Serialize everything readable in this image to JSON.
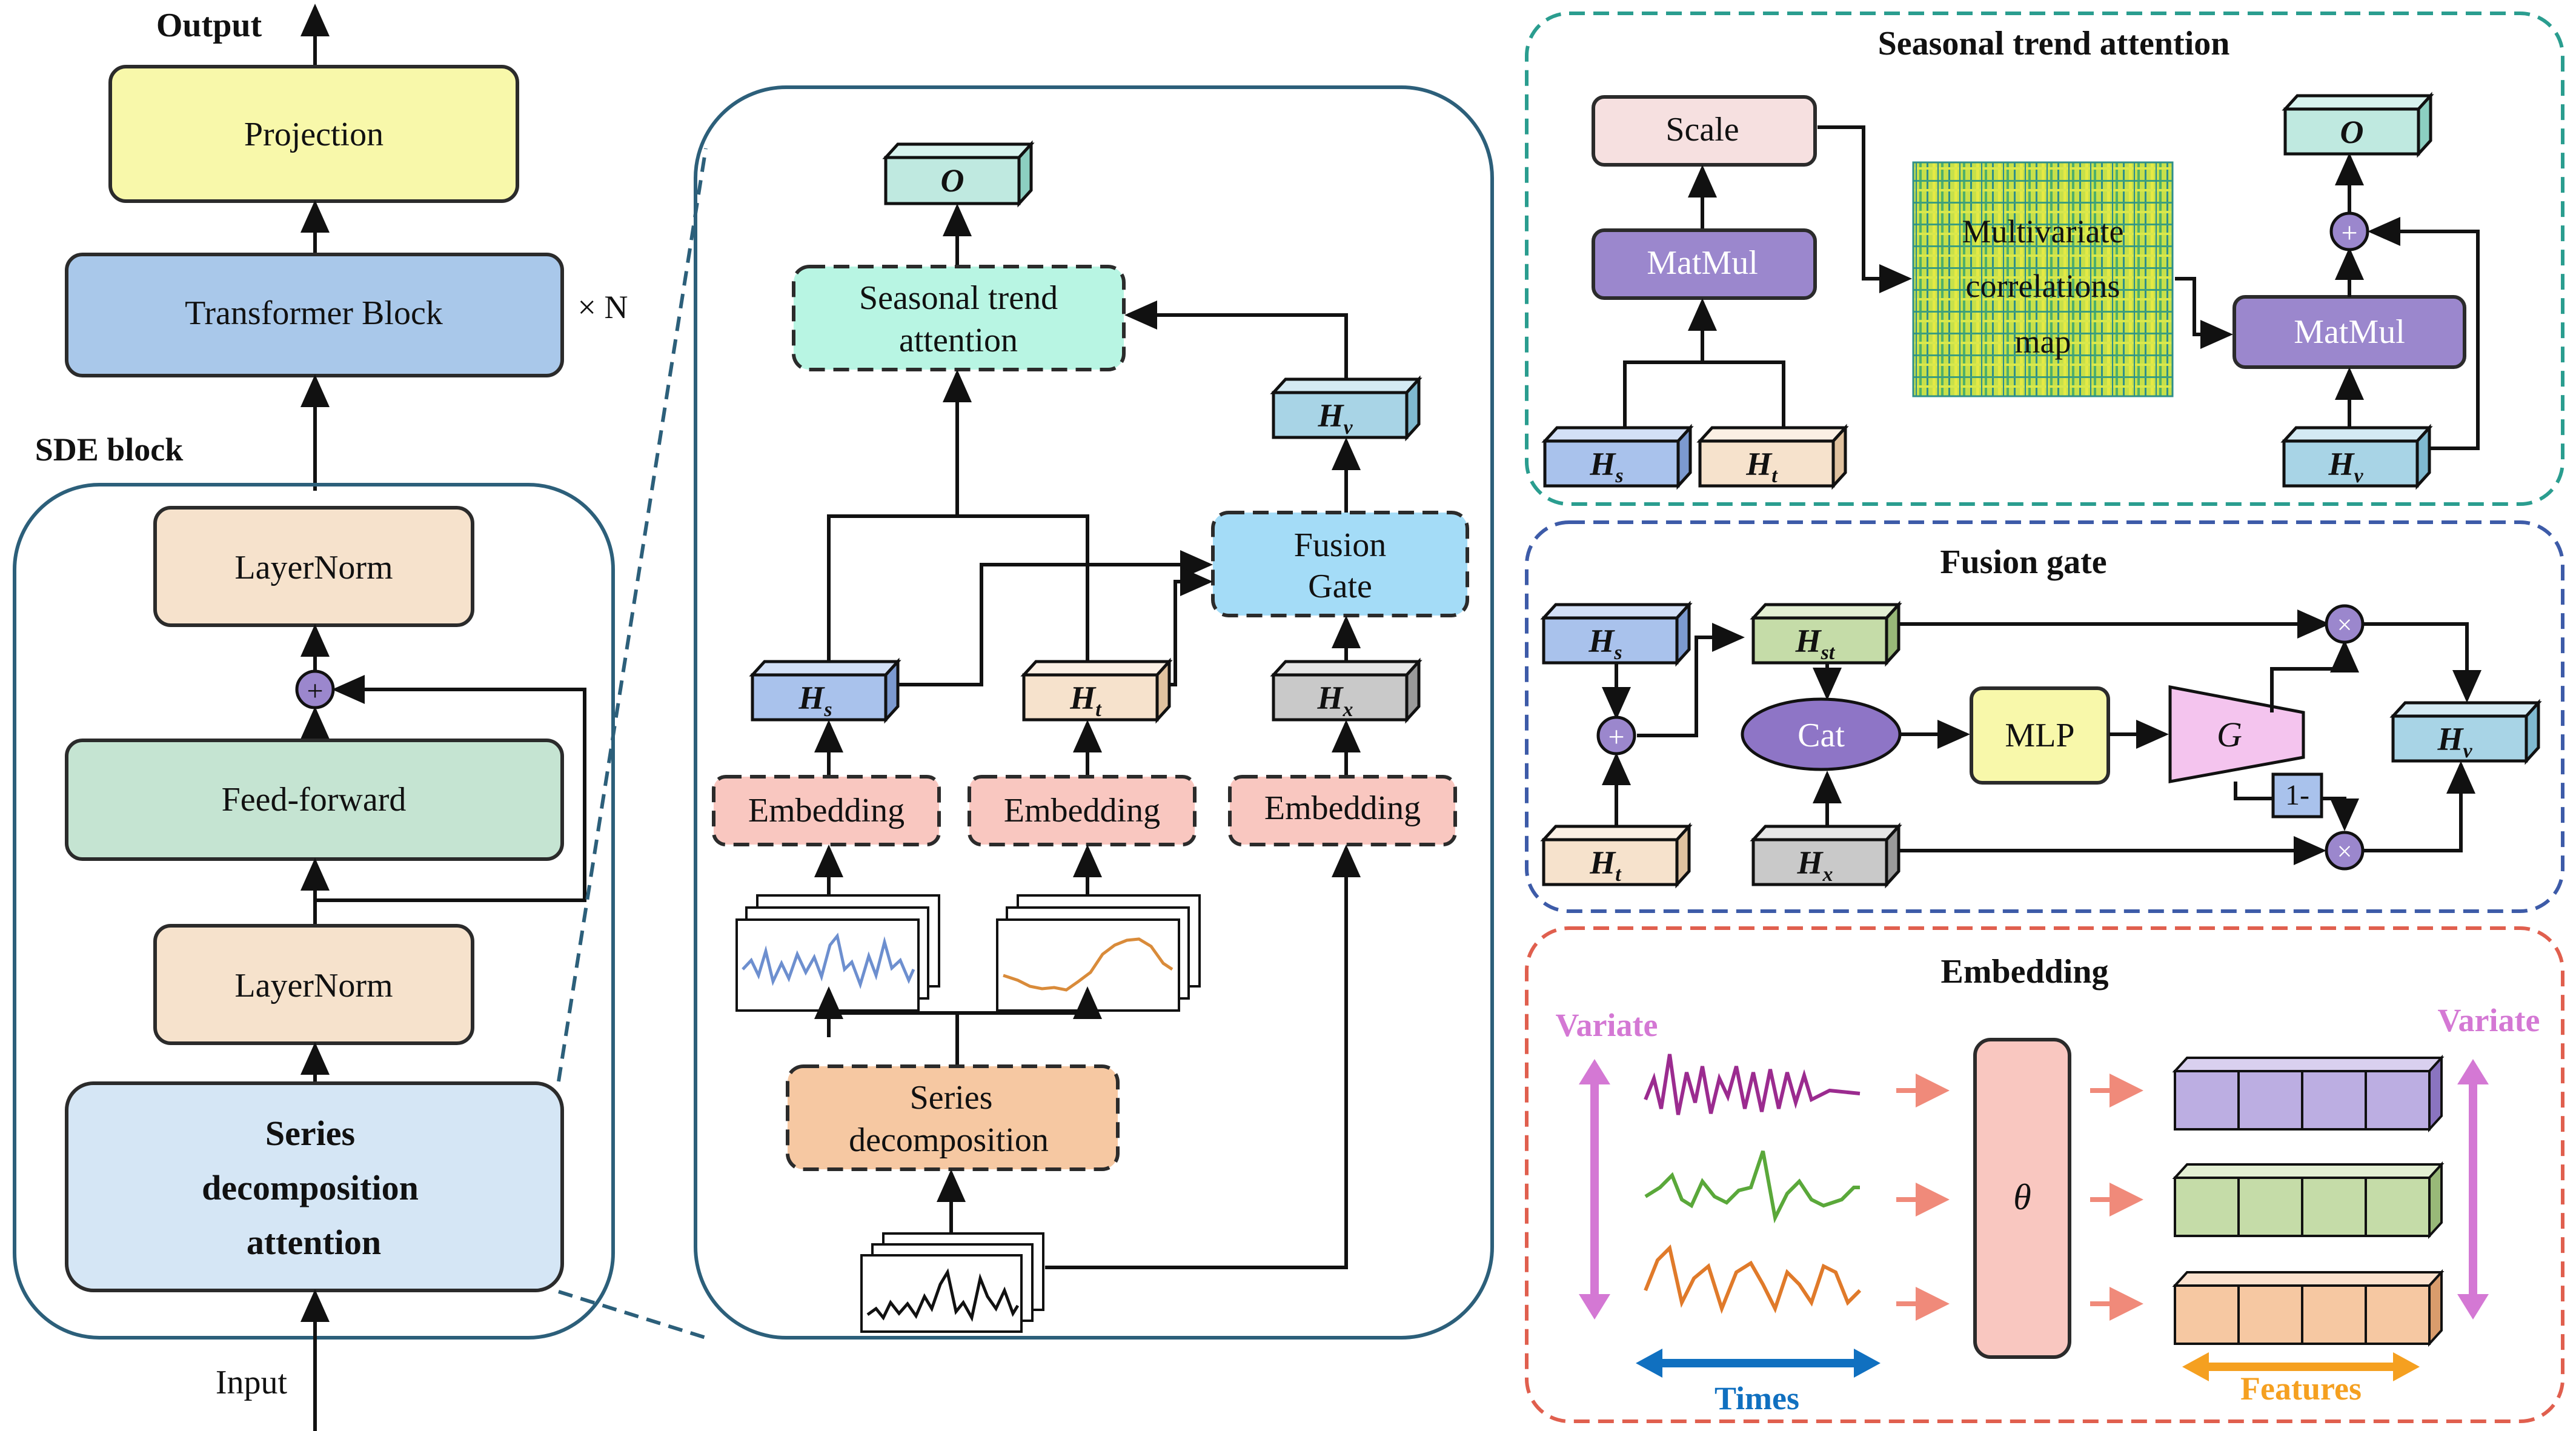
{
  "left": {
    "output_label": "Output",
    "input_label": "Input",
    "projection": "Projection",
    "transformer_block": "Transformer Block",
    "times_n": "× N",
    "sde_block_title": "SDE block",
    "layernorm_top": "LayerNorm",
    "feed_forward": "Feed-forward",
    "layernorm_bottom": "LayerNorm",
    "sda_line1": "Series",
    "sda_line2": "decomposition",
    "sda_line3": "attention"
  },
  "middle": {
    "output_o": "O",
    "sta_line1": "Seasonal trend",
    "sta_line2": "attention",
    "hv": "H",
    "hv_sub": "v",
    "fusion_line1": "Fusion",
    "fusion_line2": "Gate",
    "hs": "H",
    "hs_sub": "s",
    "ht": "H",
    "ht_sub": "t",
    "hx": "H",
    "hx_sub": "x",
    "embedding_1": "Embedding",
    "embedding_2": "Embedding",
    "embedding_3": "Embedding",
    "series_decomp_line1": "Series",
    "series_decomp_line2": "decomposition"
  },
  "seasonal_panel": {
    "title": "Seasonal trend attention",
    "scale": "Scale",
    "matmul_left": "MatMul",
    "map_line1": "Multivariate",
    "map_line2": "correlations",
    "map_line3": "map",
    "matmul_right": "MatMul",
    "output_o": "O",
    "hs": "H",
    "hs_sub": "s",
    "ht": "H",
    "ht_sub": "t",
    "hv": "H",
    "hv_sub": "v"
  },
  "fusion_panel": {
    "title": "Fusion gate",
    "hs": "H",
    "hs_sub": "s",
    "ht": "H",
    "ht_sub": "t",
    "hst": "H",
    "hst_sub": "st",
    "cat": "Cat",
    "mlp": "MLP",
    "g": "G",
    "one_minus": "1-",
    "hx": "H",
    "hx_sub": "x",
    "hv": "H",
    "hv_sub": "v",
    "times_top": "×",
    "times_bottom": "×",
    "plus": "+"
  },
  "embedding_panel": {
    "title": "Embedding",
    "variate_left": "Variate",
    "variate_right": "Variate",
    "times": "Times",
    "features": "Features",
    "theta": "θ"
  },
  "colors": {
    "projection": "#f8f8aa",
    "transformer": "#a9c8ea",
    "layernorm": "#f6e2cc",
    "feed_forward": "#c5e4d2",
    "sda": "#d5e6f5",
    "seasonal_box": "#b8f5e3",
    "fusion_box": "#a4dcf7",
    "embedding": "#f9c7c0",
    "series_decomp": "#f6c8a2",
    "hs_cube": "#a9c2ec",
    "ht_cube": "#f6e2cc",
    "hx_cube": "#c9c9c9",
    "hv_cube": "#a8d4e6",
    "o_cube": "#bfe9e0",
    "hst_cube": "#c5dca8",
    "matmul": "#9b87cd",
    "cat": "#8e75c6",
    "mlp": "#f8f8aa",
    "g": "#f4c4ee",
    "scale": "#f6e0e0",
    "teal_panel": "#2a9d8f",
    "blue_panel": "#3d5ba8",
    "red_panel": "#e05f4e",
    "sde_border": "#2c5f7a",
    "variate_pink": "#d478d4",
    "times_blue": "#1070c0",
    "features_orange": "#f5a020"
  }
}
